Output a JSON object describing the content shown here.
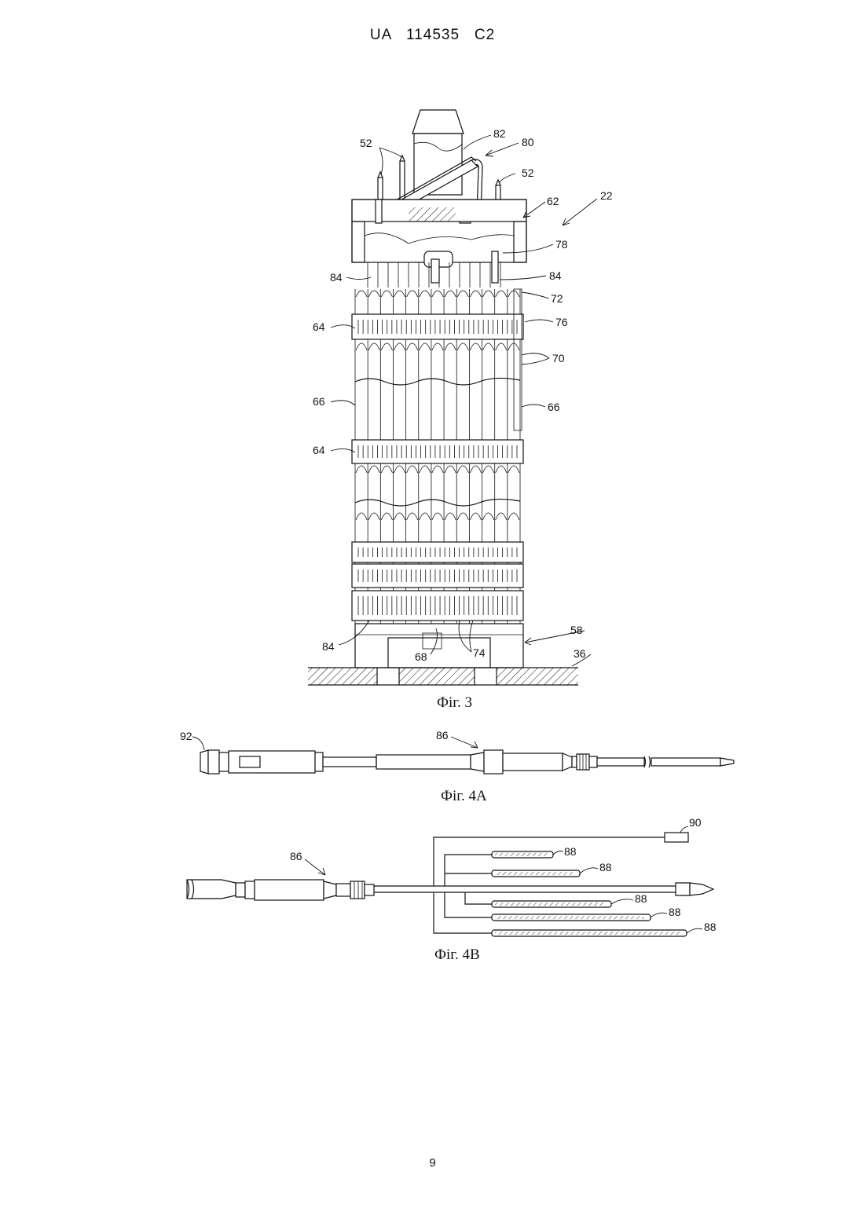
{
  "header": "UA   114535   C2",
  "page_number": "9",
  "figures": [
    {
      "caption": "Фіг. 3",
      "labels": [
        "52",
        "82",
        "80",
        "52",
        "22",
        "62",
        "78",
        "84",
        "84",
        "72",
        "64",
        "76",
        "70",
        "66",
        "66",
        "64",
        "58",
        "84",
        "68",
        "74",
        "36"
      ]
    },
    {
      "caption": "Фіг. 4A",
      "labels": [
        "92",
        "86"
      ]
    },
    {
      "caption": "Фіг. 4B",
      "labels": [
        "90",
        "86",
        "88",
        "88",
        "88",
        "88",
        "88"
      ]
    }
  ]
}
